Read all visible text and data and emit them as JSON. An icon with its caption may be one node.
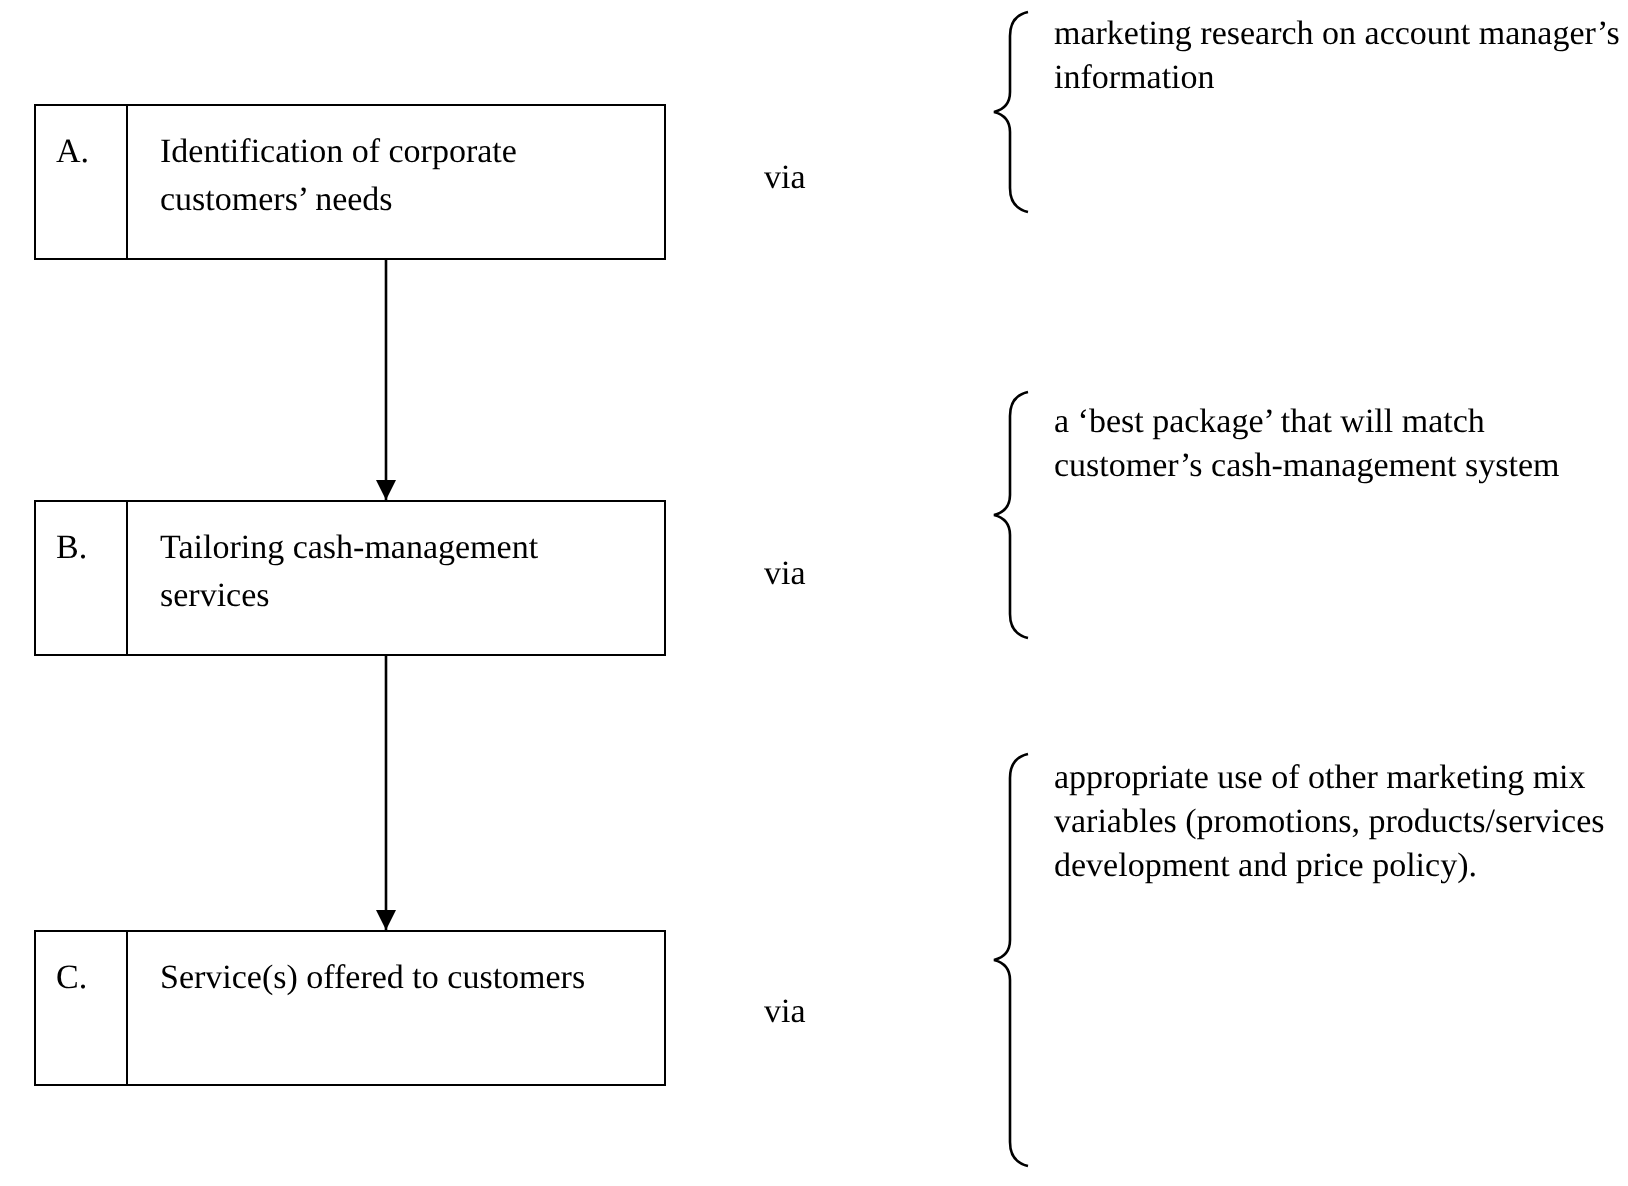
{
  "diagram": {
    "nodes": [
      {
        "text": [
          "A.",
          "Identification of corporate customers’ needs"
        ]
      },
      {
        "text": [
          "B.",
          "Tailoring cash-management services"
        ]
      },
      {
        "text": [
          "C.",
          "Service(s) offered to customers"
        ]
      }
    ],
    "edges": [
      {
        "from": 0,
        "to": 1,
        "arrow": "to"
      },
      {
        "from": 1,
        "to": 2,
        "arrow": "to"
      }
    ],
    "labels": [
      "via",
      "marketing research on account manager’s information",
      "via",
      "a ‘best package’ that will match customer’s cash-management system",
      "via",
      "appropriate use of other marketing mix variables (promotions, products/services development and price policy)."
    ]
  }
}
